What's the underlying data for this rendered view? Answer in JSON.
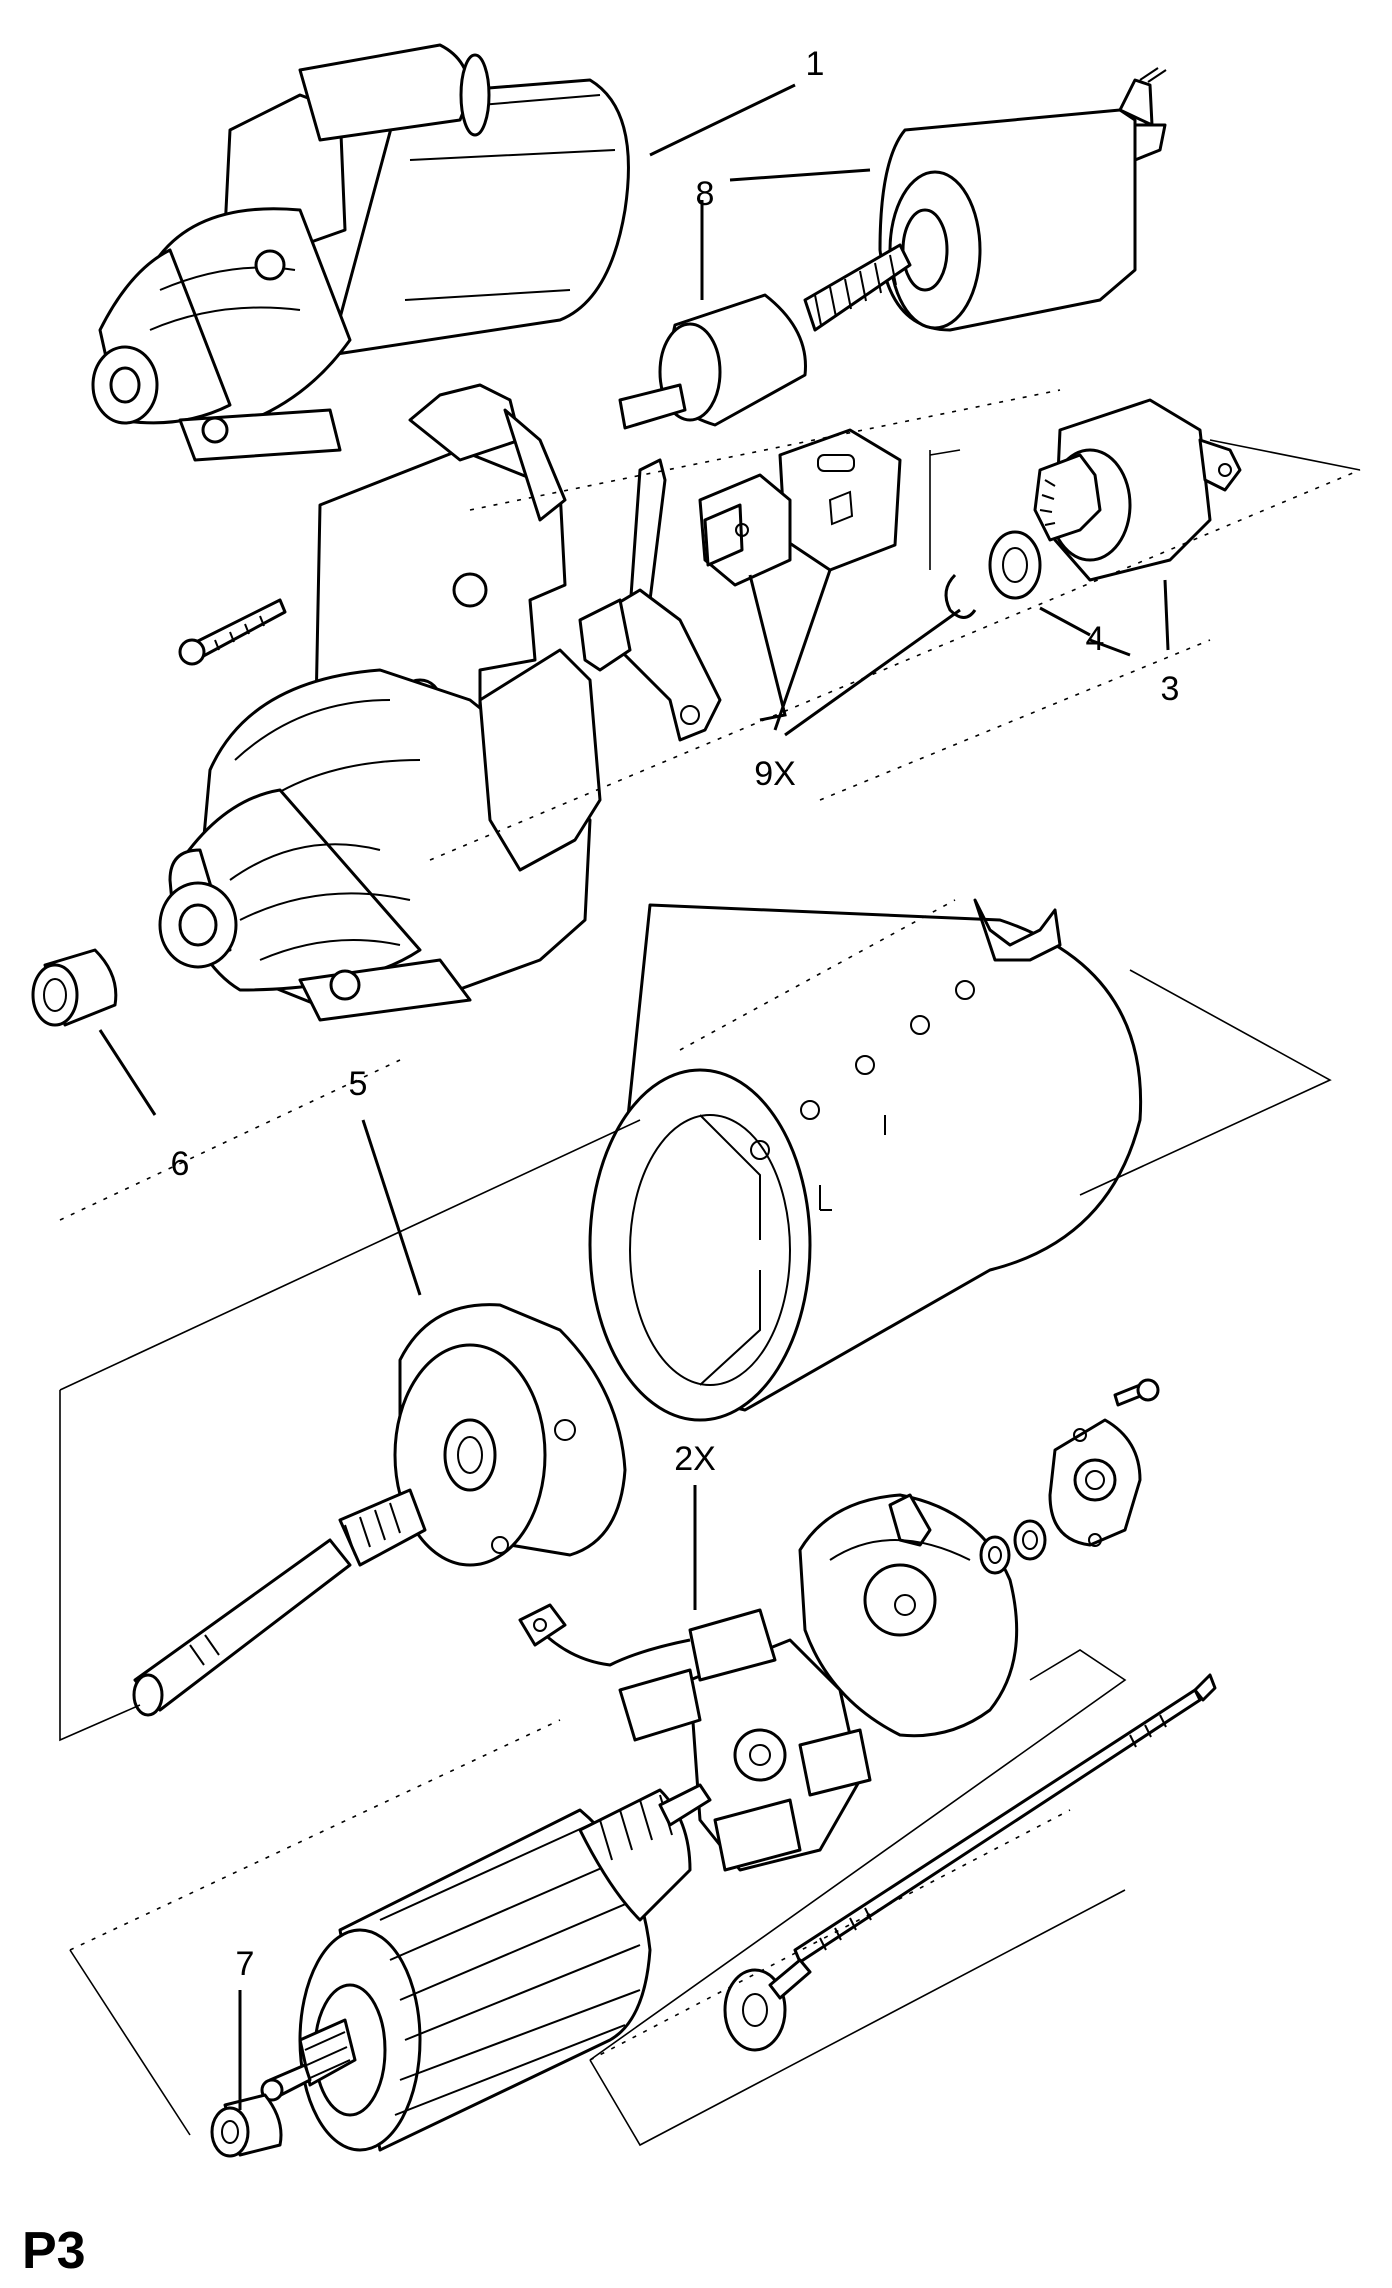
{
  "diagram": {
    "callouts": [
      {
        "id": "c1",
        "text": "1"
      },
      {
        "id": "c8",
        "text": "8"
      },
      {
        "id": "c9x",
        "text": "9X"
      },
      {
        "id": "c4",
        "text": "4"
      },
      {
        "id": "c3",
        "text": "3"
      },
      {
        "id": "c6",
        "text": "6"
      },
      {
        "id": "c5",
        "text": "5"
      },
      {
        "id": "c2x",
        "text": "2X"
      },
      {
        "id": "c7",
        "text": "7"
      }
    ],
    "page_id": "P3"
  }
}
